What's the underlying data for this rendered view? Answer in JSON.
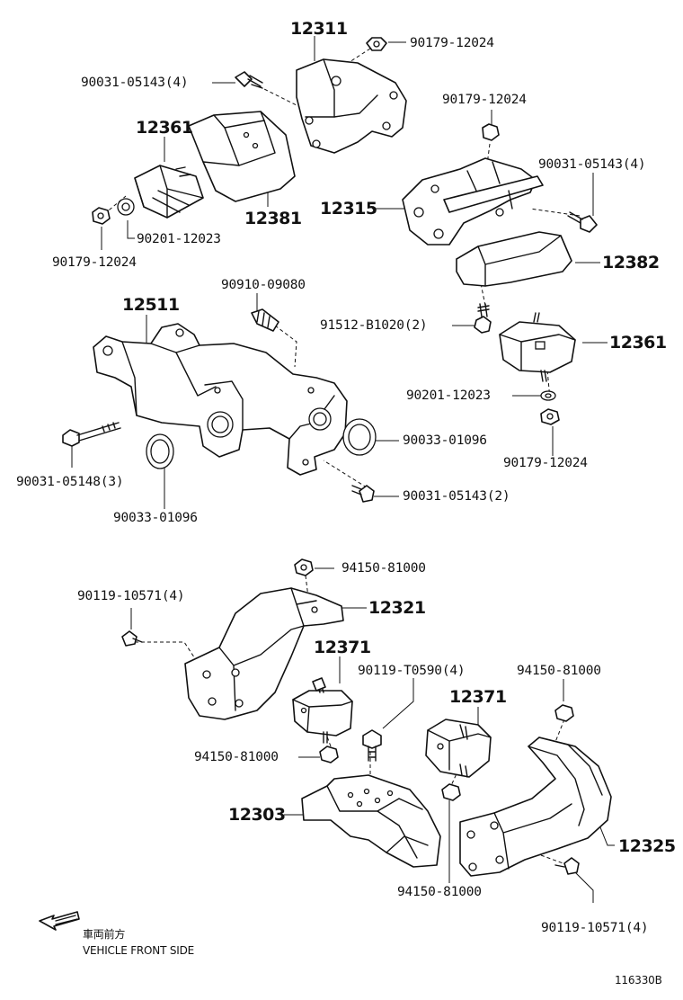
{
  "callouts": {
    "p12311": "12311",
    "b90179_12024_top": "90179-12024",
    "b90031_05143_4_left": "90031-05143(4)",
    "p12361_left": "12361",
    "p12381": "12381",
    "b90179_12024_mid": "90179-12024",
    "b90201_12023_left": "90201-12023",
    "b90179_12024_left": "90179-12024",
    "b90031_05143_4_right": "90031-05143(4)",
    "p12315": "12315",
    "p12382": "12382",
    "p12511": "12511",
    "b90910_09080": "90910-09080",
    "b91512_B1020_2": "91512-B1020(2)",
    "p12361_right": "12361",
    "b90201_12023_right": "90201-12023",
    "b90033_01096_right": "90033-01096",
    "b90179_12024_right": "90179-12024",
    "b90031_05148_3": "90031-05148(3)",
    "b90031_05143_2": "90031-05143(2)",
    "b90033_01096_left": "90033-01096",
    "b94150_81000_top": "94150-81000",
    "b90119_10571_4_left": "90119-10571(4)",
    "p12321": "12321",
    "p12371_left": "12371",
    "b90119_T0590_4": "90119-T0590(4)",
    "b94150_81000_right": "94150-81000",
    "p12371_right": "12371",
    "b94150_81000_left": "94150-81000",
    "p12303": "12303",
    "p12325": "12325",
    "b94150_81000_bottom": "94150-81000",
    "b90119_10571_4_right": "90119-10571(4)"
  },
  "legend": {
    "japanese": "車両前方",
    "english": "VEHICLE FRONT SIDE"
  },
  "illustration_id": "116330B"
}
